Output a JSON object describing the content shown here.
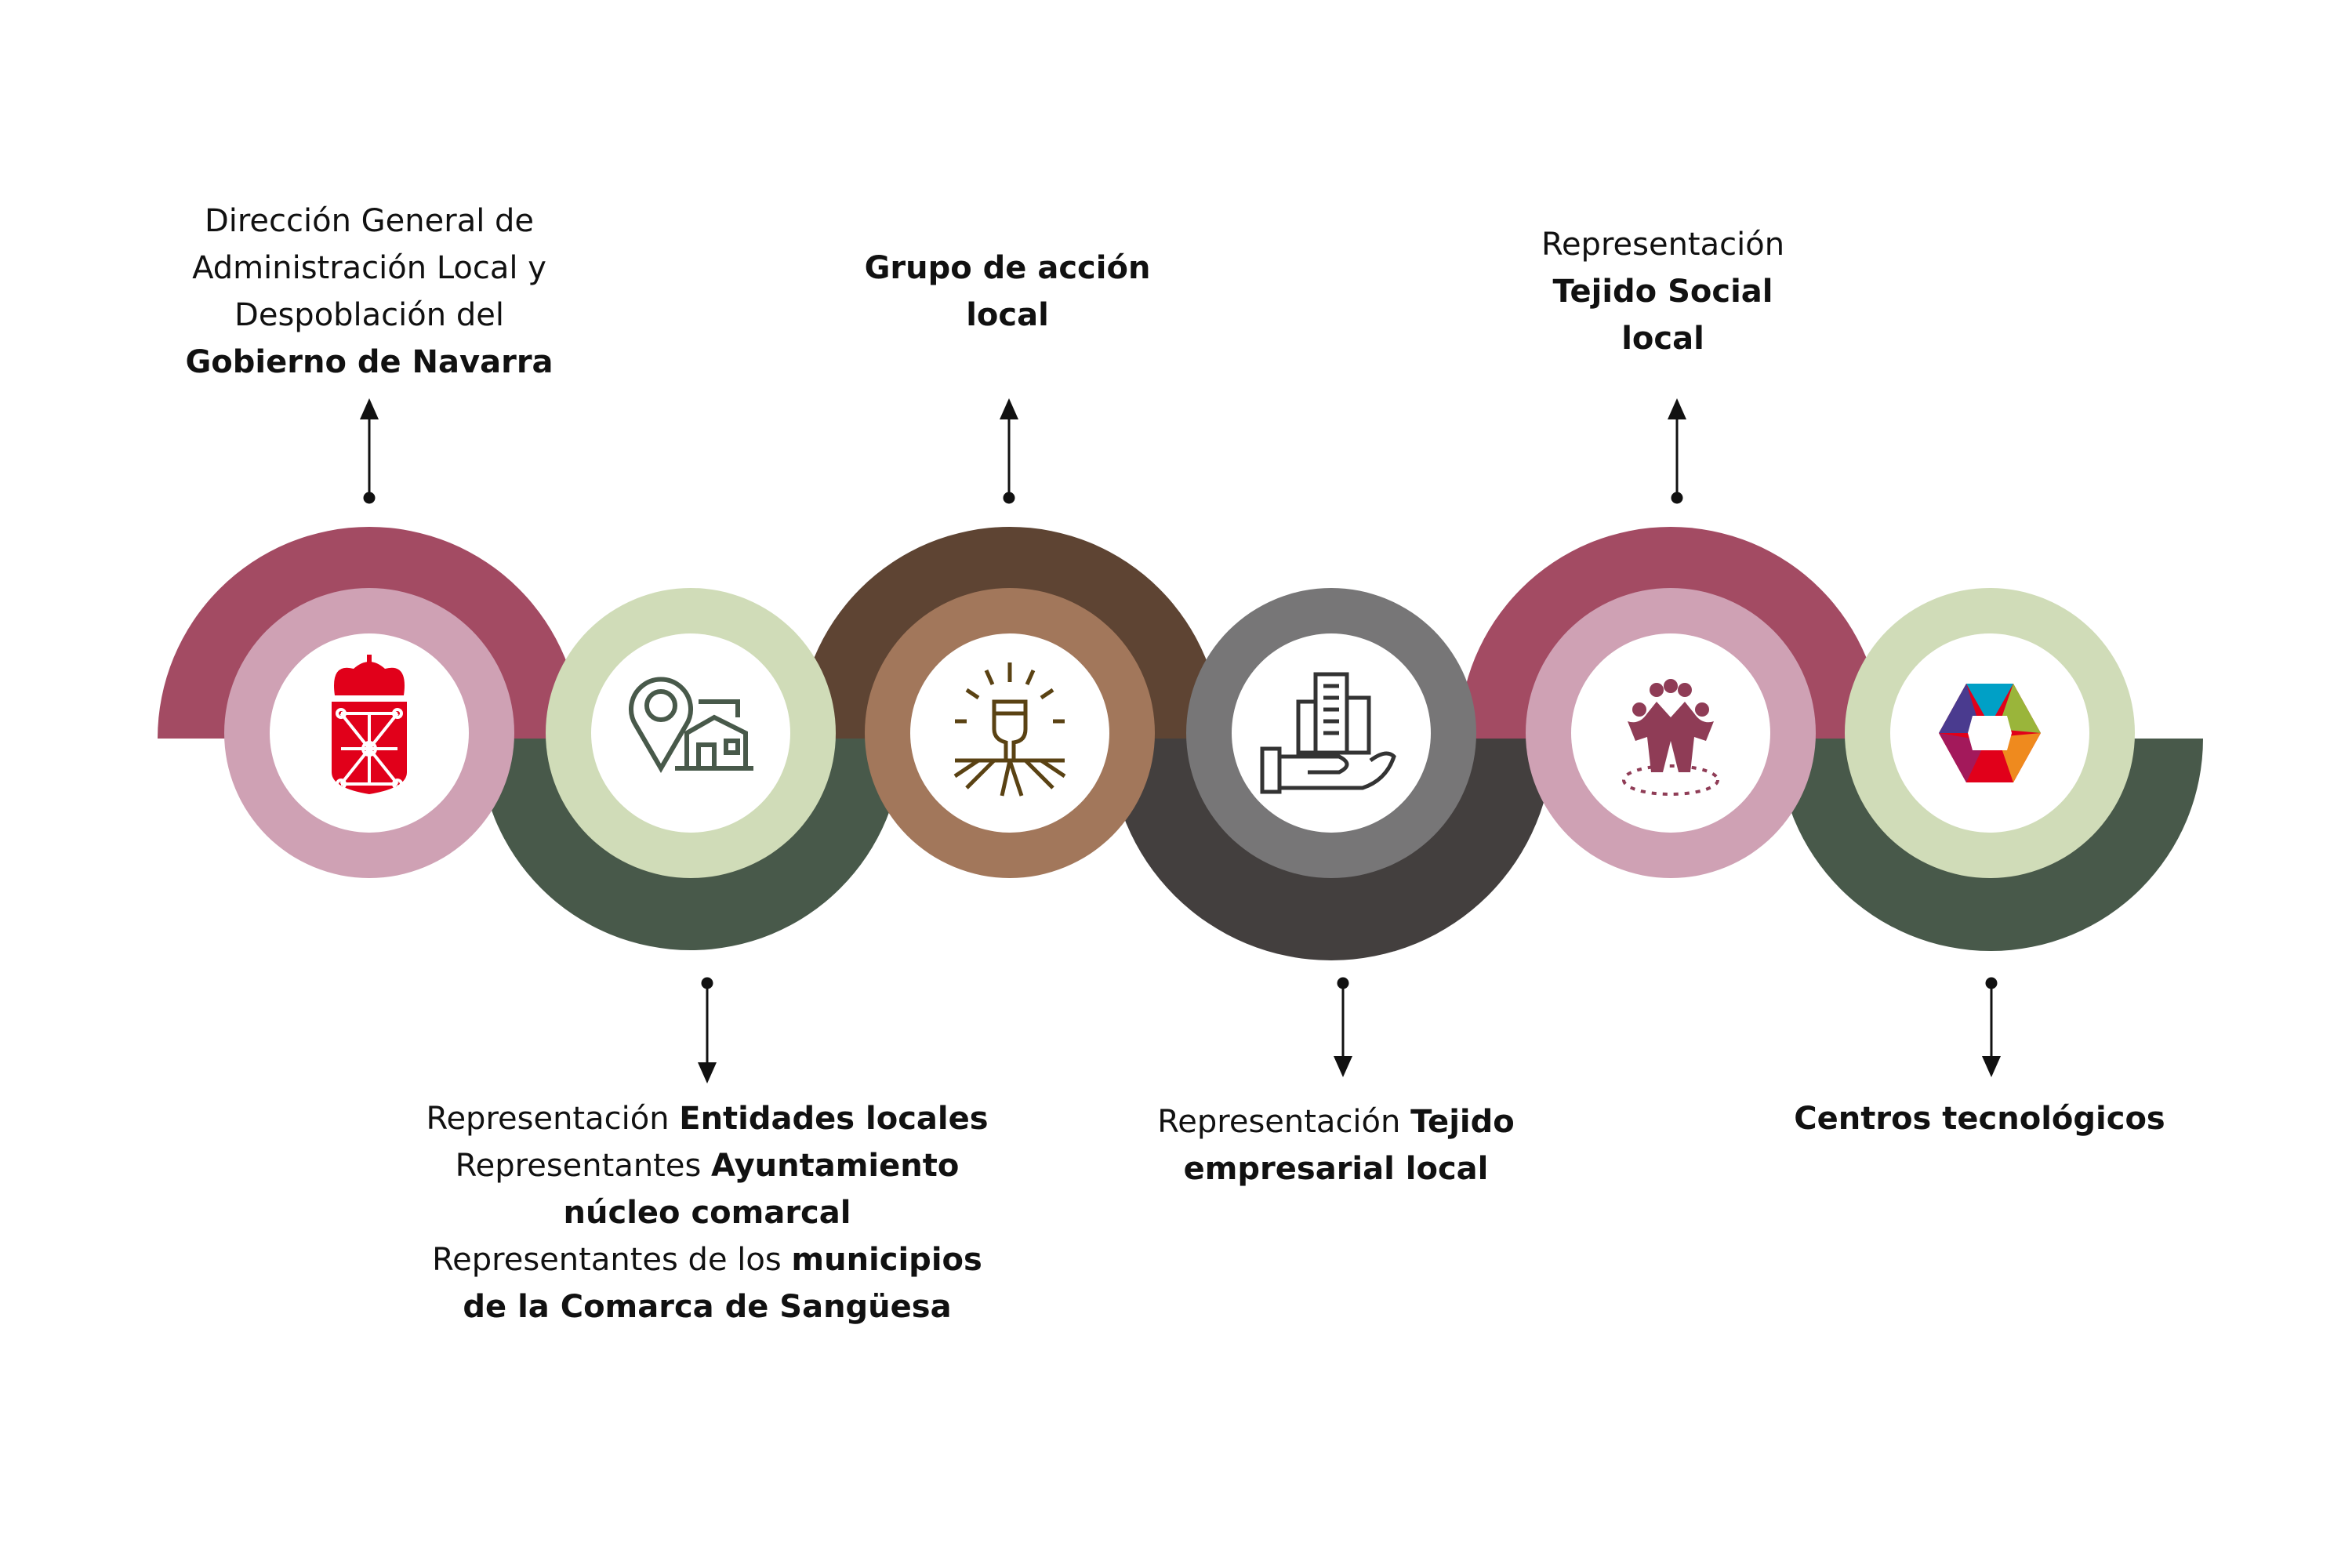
{
  "colors": {
    "maroon": "#a34b63",
    "pink": "#cfa1b4",
    "dark_green": "#48594a",
    "light_green": "#d0dcb8",
    "dark_brown": "#5e4433",
    "light_brown": "#a2775b",
    "charcoal": "#433f3e",
    "grey": "#777677"
  },
  "nodes": [
    {
      "icon": "navarra-coat-of-arms-icon",
      "position": "top",
      "l1": "Dirección General de",
      "l2": "Administración Local y",
      "l3": "Despoblación del",
      "l4b": "Gobierno de Navarra"
    },
    {
      "icon": "location-house-icon",
      "position": "bottom",
      "l1": "Representación ",
      "l1b": "Entidades locales",
      "l2": "Representantes ",
      "l2b": "Ayuntamiento",
      "l3b": "núcleo comarcal",
      "l4": "Representantes de los ",
      "l4b": "municipios",
      "l5b": "de la Comarca de Sangüesa"
    },
    {
      "icon": "raised-fist-roots-icon",
      "position": "top",
      "l1b": "Grupo de acción",
      "l2b": "local"
    },
    {
      "icon": "building-in-hand-icon",
      "position": "bottom",
      "l1": "Representación ",
      "l1b": "Tejido",
      "l2b": "empresarial local"
    },
    {
      "icon": "community-people-icon",
      "position": "top",
      "l1": "Representación",
      "l2b": "Tejido Social",
      "l3b": "local"
    },
    {
      "icon": "colorful-hexagon-logo-icon",
      "position": "bottom",
      "l1b": "Centros tecnológicos"
    }
  ]
}
